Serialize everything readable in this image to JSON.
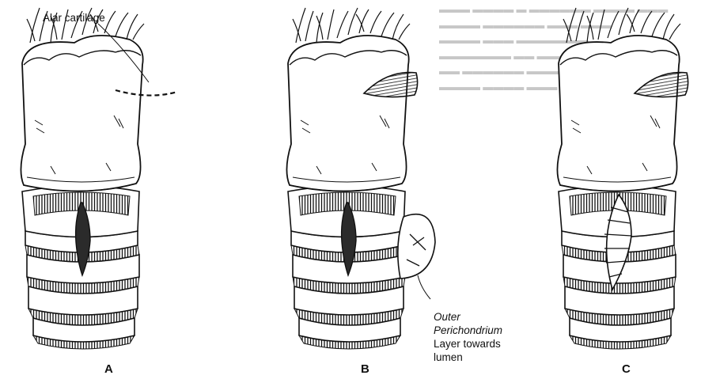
{
  "labels": {
    "alar_cartilage": "Alar cartilage",
    "outer_line1": "Outer",
    "outer_line2": "Perichondrium",
    "outer_line3": "Layer towards",
    "outer_line4": "lumen"
  },
  "panels": [
    "A",
    "B",
    "C"
  ],
  "colors": {
    "ink": "#111111",
    "dark_fill": "#2b2b2b",
    "background": "#ffffff"
  }
}
